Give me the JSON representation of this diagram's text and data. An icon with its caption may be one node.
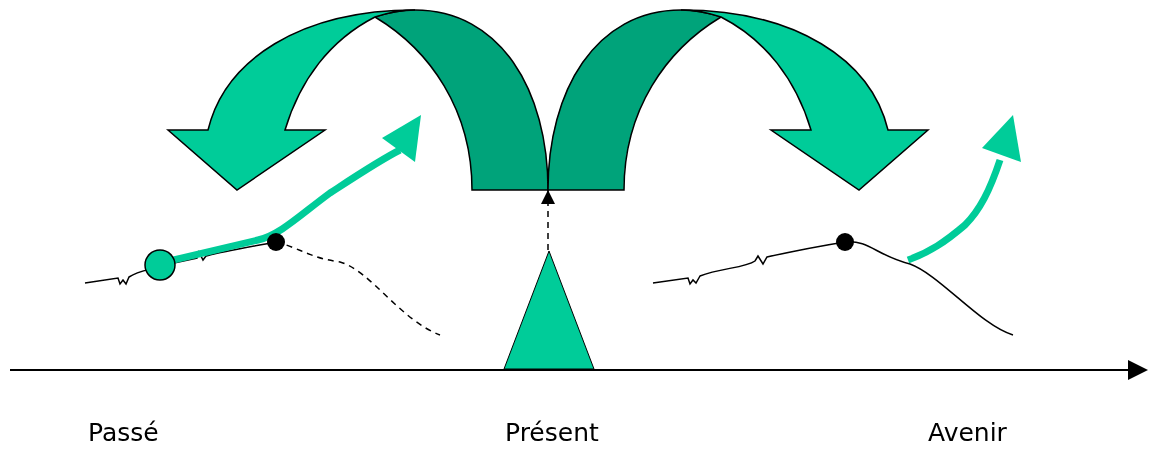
{
  "diagram": {
    "nodes": [
      {
        "text": [],
        "shape": "triangle"
      },
      {
        "text": [],
        "shape": "picture"
      }
    ],
    "edges": [
      {
        "from": 0,
        "to": 1,
        "arrow": "to",
        "style": "dashed"
      }
    ],
    "labels": [
      "Passé",
      "Présent",
      "Avenir"
    ]
  }
}
